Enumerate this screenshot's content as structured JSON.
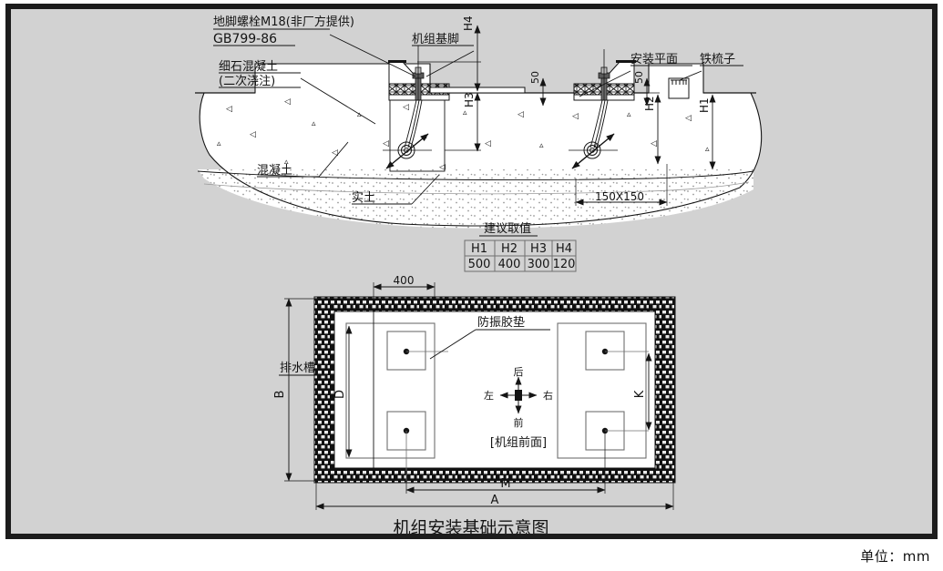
{
  "drawing": {
    "title": "机组安装基础示意图",
    "unit_note": "单位：mm",
    "background_color": "#d2d2d2",
    "line_color": "#141414"
  },
  "section_view": {
    "labels": {
      "anchor_bolt_line1": "地脚螺栓M18(非厂方提供)",
      "anchor_bolt_line2": "GB799-86",
      "fine_concrete_line1": "细石混凝土",
      "fine_concrete_line2": "(二次浇注)",
      "machine_base": "机组基脚",
      "mounting_plane": "安装平面",
      "iron_comb": "铁梳子",
      "concrete": "混凝土",
      "solid_earth": "实土"
    },
    "dimensions": {
      "h4": "H4",
      "h3": "H3",
      "h2": "H2",
      "h1": "H1",
      "gap_left": "50",
      "gap_right": "50",
      "footing": "150X150"
    }
  },
  "table": {
    "caption": "建议取值",
    "headers": [
      "H1",
      "H2",
      "H3",
      "H4"
    ],
    "values": [
      "500",
      "400",
      "300",
      "120"
    ]
  },
  "plan_view": {
    "labels": {
      "drain_channel": "排水槽",
      "rubber_pad": "防振胶垫",
      "front_note": "[机组前面]"
    },
    "compass": {
      "back": "后",
      "left": "左",
      "right": "右",
      "front": "前"
    },
    "dimensions": {
      "top_400": "400",
      "b": "B",
      "d": "D",
      "k": "K",
      "m": "M",
      "a": "A"
    }
  }
}
